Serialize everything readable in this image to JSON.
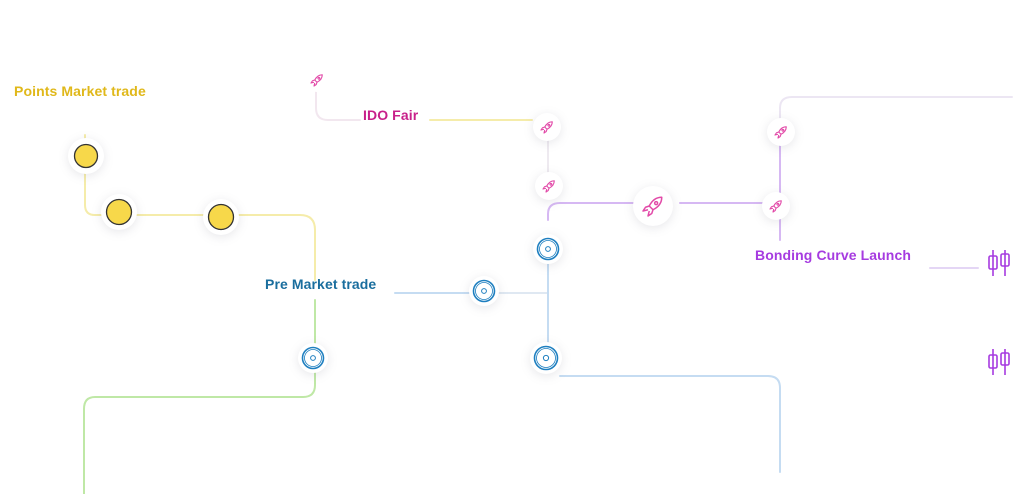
{
  "labels": {
    "points_market": "Points Market trade",
    "ido_fair": "IDO Fair",
    "pre_market": "Pre Market trade",
    "bonding_curve": "Bonding Curve Launch"
  },
  "colors": {
    "yellow_text": "#e0b81a",
    "yellow_coin": "#f7d84a",
    "yellow_line": "#f5ecaa",
    "green_line": "#bfe8a6",
    "magenta_text": "#c8208a",
    "magenta_icon": "#e24aa8",
    "purple_text": "#a63be0",
    "purple_line": "#d6b8f3",
    "blue_text": "#1a6e9e",
    "blue_icon": "#1e7fc0",
    "blue_line": "#c5dcf2"
  },
  "icons": {
    "rocket": "rocket-icon",
    "coin": "coin-icon",
    "target": "target-icon",
    "candlestick": "candlestick-icon"
  }
}
